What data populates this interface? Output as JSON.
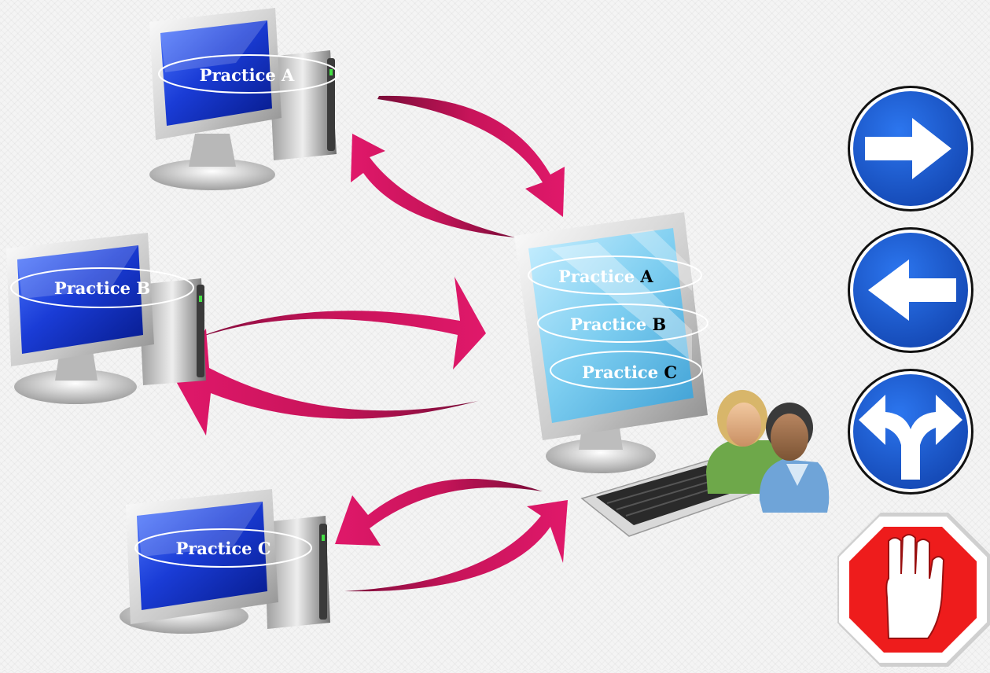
{
  "practices": {
    "a": {
      "prefix": "Practice ",
      "letter": "A"
    },
    "b": {
      "prefix": "Practice ",
      "letter": "B"
    },
    "c": {
      "prefix": "Practice ",
      "letter": "C"
    }
  },
  "server": {
    "entries": [
      {
        "prefix": "Practice ",
        "letter": "A"
      },
      {
        "prefix": "Practice ",
        "letter": "B"
      },
      {
        "prefix": "Practice ",
        "letter": "C"
      }
    ]
  },
  "signs": [
    "arrow-right-sign-icon",
    "arrow-left-sign-icon",
    "fork-sign-icon",
    "stop-hand-sign-icon"
  ],
  "colors": {
    "arrow": "#c8145a",
    "arrow_dark": "#7a0c38",
    "sign_blue": "#1b5fd6",
    "stop_red": "#ee1c1c",
    "screen_blue": "#1530b8"
  }
}
